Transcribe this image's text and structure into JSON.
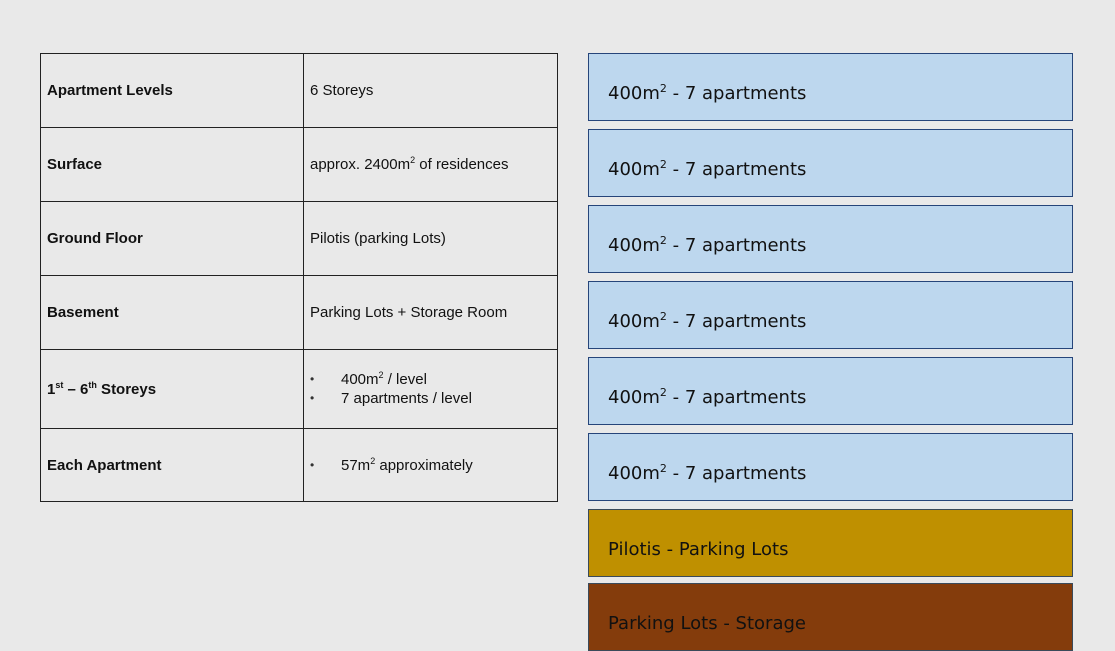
{
  "table": {
    "rows": [
      {
        "label": "Apartment Levels",
        "value": "6 Storeys"
      },
      {
        "label": "Surface",
        "value_prefix": "approx. 2400m",
        "value_sup": "2",
        "value_suffix": " of residences"
      },
      {
        "label": "Ground Floor",
        "value": "Pilotis (parking Lots)"
      },
      {
        "label": "Basement",
        "value": "Parking Lots + Storage Room"
      },
      {
        "label_a": "1",
        "label_sup_a": "st",
        "label_mid": " – 6",
        "label_sup_b": "th",
        "label_end": " Storeys",
        "bullets": [
          {
            "prefix": "400m",
            "sup": "2",
            "suffix": " / level"
          },
          {
            "text": "7 apartments / level"
          }
        ]
      },
      {
        "label": "Each Apartment",
        "bullets": [
          {
            "prefix": "57m",
            "sup": "2",
            "suffix": " approximately"
          }
        ]
      }
    ]
  },
  "building": {
    "apartment_levels": [
      {
        "prefix": "400m",
        "sup": "2",
        "suffix": " - 7 apartments"
      },
      {
        "prefix": "400m",
        "sup": "2",
        "suffix": " - 7 apartments"
      },
      {
        "prefix": "400m",
        "sup": "2",
        "suffix": " - 7 apartments"
      },
      {
        "prefix": "400m",
        "sup": "2",
        "suffix": " - 7 apartments"
      },
      {
        "prefix": "400m",
        "sup": "2",
        "suffix": " - 7 apartments"
      },
      {
        "prefix": "400m",
        "sup": "2",
        "suffix": " - 7 apartments"
      }
    ],
    "ground": {
      "label": "Pilotis - Parking Lots"
    },
    "basement": {
      "label": "Parking Lots - Storage"
    }
  },
  "colors": {
    "background": "#e9e9e9",
    "apartment": "#bdd7ee",
    "pilotis": "#bf9000",
    "storage": "#843c0c"
  }
}
